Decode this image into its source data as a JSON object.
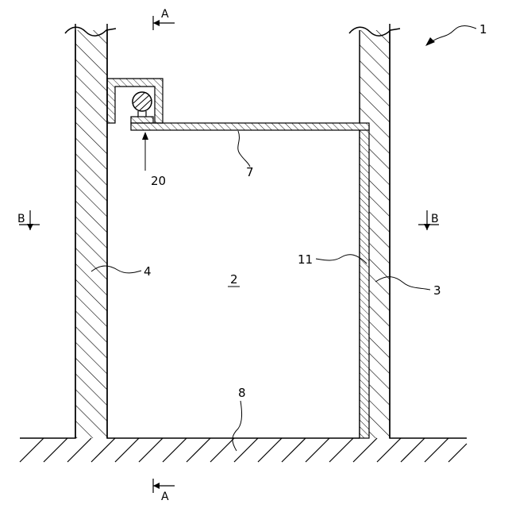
{
  "figure": {
    "labels": {
      "device": "1",
      "space": "2",
      "wall_right": "3",
      "wall_left": "4",
      "upper_plate": "7",
      "floor": "8",
      "liner": "11",
      "roller_unit": "20"
    },
    "section_marks": {
      "a_top": "A",
      "a_bottom": "A",
      "b_left": "B",
      "b_right": "B"
    }
  }
}
